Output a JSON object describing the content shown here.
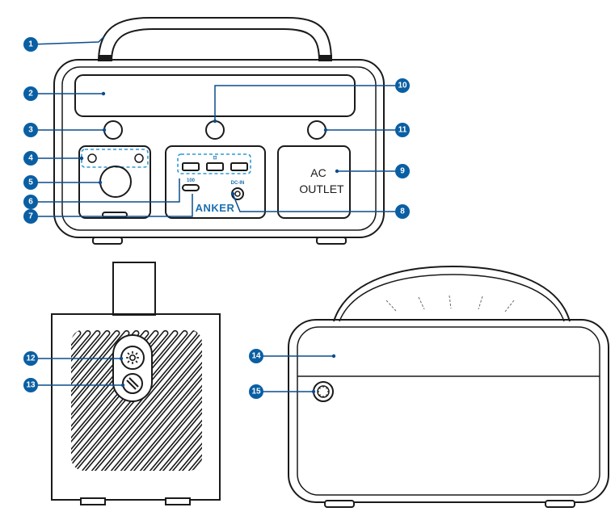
{
  "front": {
    "ac_outlet_line1": "AC",
    "ac_outlet_line2": "OUTLET",
    "brand": "ANKER",
    "usb_c_label": "100",
    "dc_in_label": "DC-IN",
    "usb_a_label": "⊡"
  },
  "callouts": [
    "1",
    "2",
    "3",
    "4",
    "5",
    "6",
    "7",
    "8",
    "9",
    "10",
    "11",
    "12",
    "13",
    "14",
    "15"
  ]
}
